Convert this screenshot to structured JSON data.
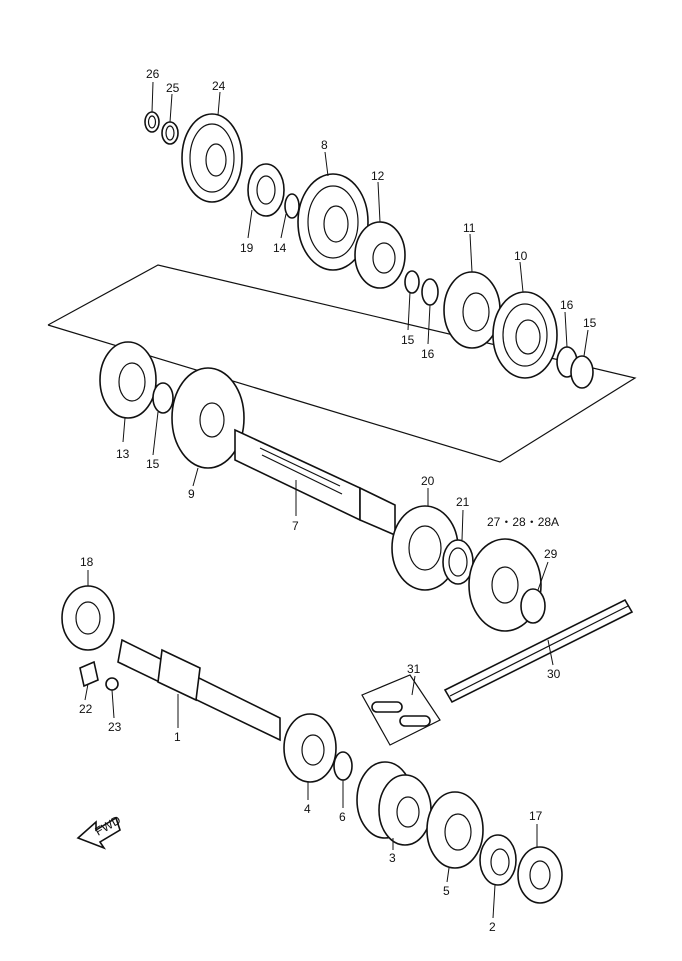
{
  "labels": {
    "p1": "1",
    "p2": "2",
    "p3": "3",
    "p4": "4",
    "p5": "5",
    "p6": "6",
    "p7": "7",
    "p8": "8",
    "p9": "9",
    "p10": "10",
    "p11": "11",
    "p12": "12",
    "p13": "13",
    "p14": "14",
    "p15a": "15",
    "p15b": "15",
    "p15c": "15",
    "p16a": "16",
    "p16b": "16",
    "p17": "17",
    "p18": "18",
    "p19": "19",
    "p20": "20",
    "p21": "21",
    "p22": "22",
    "p23": "23",
    "p24": "24",
    "p25": "25",
    "p26": "26",
    "p27": "27・28・28A",
    "p29": "29",
    "p30": "30",
    "p31": "31",
    "fwd": "FWD"
  }
}
